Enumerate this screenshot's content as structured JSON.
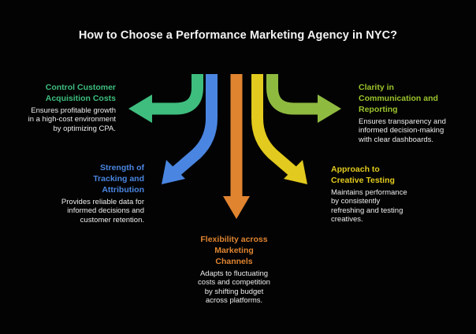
{
  "title": "How to Choose a Performance Marketing Agency in NYC?",
  "colors": {
    "background": "#030303",
    "title_text": "#f4f4f4",
    "body_text": "#ededed",
    "green": "#3ebd7e",
    "blue": "#4a86e1",
    "orange": "#e08430",
    "yellow": "#e2ca1e",
    "olive": "#8fba40",
    "olive_heading": "#9cc42c"
  },
  "blocks": {
    "acquisition": {
      "heading_lines": [
        "Control Customer",
        "Acquisition Costs"
      ],
      "body_lines": [
        "Ensures profitable growth",
        "in a high-cost environment",
        "by optimizing CPA."
      ]
    },
    "tracking": {
      "heading_lines": [
        "Strength of",
        "Tracking and",
        "Attribution"
      ],
      "body_lines": [
        "Provides reliable data for",
        "informed decisions and",
        "customer retention."
      ]
    },
    "flexibility": {
      "heading_lines": [
        "Flexibility across",
        "Marketing",
        "Channels"
      ],
      "body_lines": [
        "Adapts to fluctuating",
        "costs and competition",
        "by shifting budget",
        "across platforms."
      ]
    },
    "creative": {
      "heading_lines": [
        "Approach to",
        "Creative Testing"
      ],
      "body_lines": [
        "Maintains performance",
        "by consistently",
        "refreshing and testing",
        "creatives."
      ]
    },
    "clarity": {
      "heading_lines": [
        "Clarity in",
        "Communication and",
        "Reporting"
      ],
      "body_lines": [
        "Ensures transparency and",
        "informed decision-making",
        "with clear dashboards."
      ]
    }
  }
}
